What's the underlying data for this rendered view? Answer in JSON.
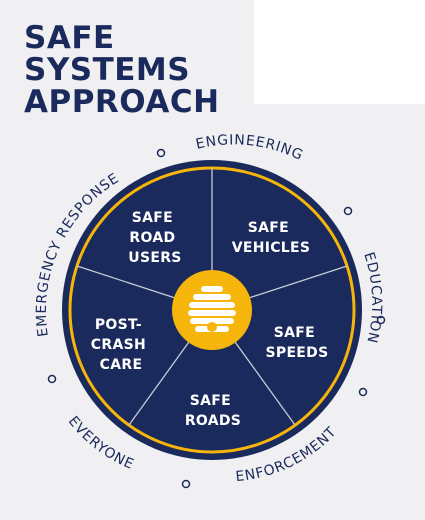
{
  "title": {
    "line1": "SAFE",
    "line2": "SYSTEMS",
    "line3": "APPROACH"
  },
  "colors": {
    "navy": "#1b2a5c",
    "gold": "#f5b50a",
    "background": "#f0f0f2"
  },
  "center_icon": "beehive-icon",
  "segments": [
    {
      "lines": [
        "SAFE",
        "VEHICLES"
      ]
    },
    {
      "lines": [
        "SAFE",
        "SPEEDS"
      ]
    },
    {
      "lines": [
        "SAFE",
        "ROADS"
      ]
    },
    {
      "lines": [
        "POST-",
        "CRASH",
        "CARE"
      ]
    },
    {
      "lines": [
        "SAFE",
        "ROAD",
        "USERS"
      ]
    }
  ],
  "outer_labels": {
    "engineering": "ENGINEERING",
    "education": "EDUCATION",
    "enforcement": "ENFORCEMENT",
    "everyone": "EVERYONE",
    "emergency_response": "EMERGENCY RESPONSE"
  }
}
